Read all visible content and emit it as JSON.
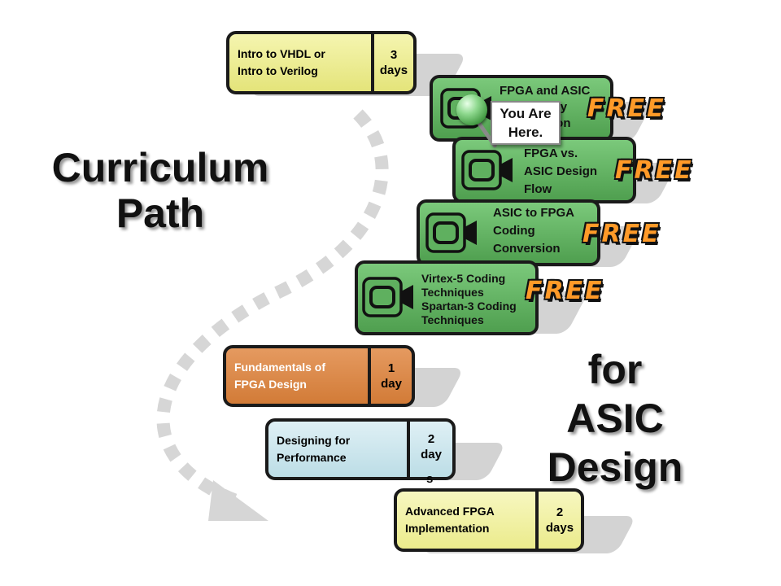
{
  "title": {
    "line1": "Curriculum",
    "line2": "Path"
  },
  "subtitle": {
    "line1": "for",
    "line2": "ASIC Design"
  },
  "you_are_here": {
    "line1": "You Are",
    "line2": "Here."
  },
  "free_label": "FREE",
  "courses": [
    {
      "name_line1": "Intro to VHDL or",
      "name_line2": "Intro to Verilog",
      "duration_line1": "3",
      "duration_line2": "days"
    },
    {
      "name_line1": "Fundamentals of",
      "name_line2": "FPGA Design",
      "duration_line1": "1",
      "duration_line2": "day"
    },
    {
      "name_line1": "Designing for",
      "name_line2": "Performance",
      "duration_line1": "2",
      "duration_line2": "day",
      "duration_line3": "s"
    },
    {
      "name_line1": "Advanced FPGA",
      "name_line2": "Implementation",
      "duration_line1": "2",
      "duration_line2": "days"
    }
  ],
  "recorded_courses": [
    {
      "lines": [
        "FPGA and ASIC",
        "Technology",
        "Comparison"
      ]
    },
    {
      "lines": [
        "FPGA vs.",
        "ASIC Design",
        "Flow"
      ]
    },
    {
      "lines": [
        "ASIC to FPGA",
        "Coding",
        "Conversion"
      ]
    },
    {
      "lines": [
        "Virtex-5 Coding",
        "Techniques",
        "Spartan-3 Coding",
        "Techniques"
      ]
    }
  ],
  "colors": {
    "yellow": "#e9e98a",
    "orange": "#d98543",
    "light_blue": "#cfe8ee",
    "green": "#5fb05f",
    "free_orange": "#ff9a28",
    "arrow_gray": "#d9d9d9"
  }
}
